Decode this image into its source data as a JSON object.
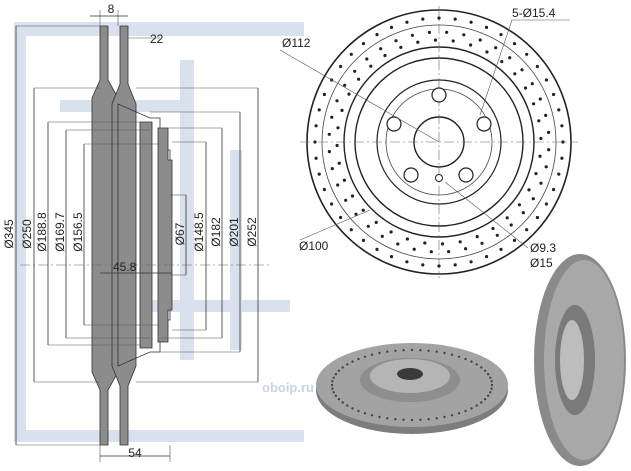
{
  "colors": {
    "section_fill": "#8c8c8c",
    "line": "#333333",
    "watermark": "#d9e1ee",
    "disc_metal": "#9a9a9a"
  },
  "dims": {
    "width_top": "8",
    "hub_depth": "22",
    "outer_dia": "Ø345",
    "d250": "Ø250",
    "d188": "Ø188.8",
    "d169": "Ø169.7",
    "d156": "Ø156.5",
    "d67": "Ø67",
    "d148": "Ø148.5",
    "d182": "Ø182",
    "d201": "Ø201",
    "d252": "Ø252",
    "offset": "45.8",
    "total_width": "54",
    "bolt_pcd": "Ø112",
    "bolt_holes": "5-Ø15.4",
    "inner_ring": "Ø100",
    "small_hole": "Ø9.3",
    "hole_15": "Ø15"
  },
  "watermark": {
    "text": "oboip.ru"
  }
}
